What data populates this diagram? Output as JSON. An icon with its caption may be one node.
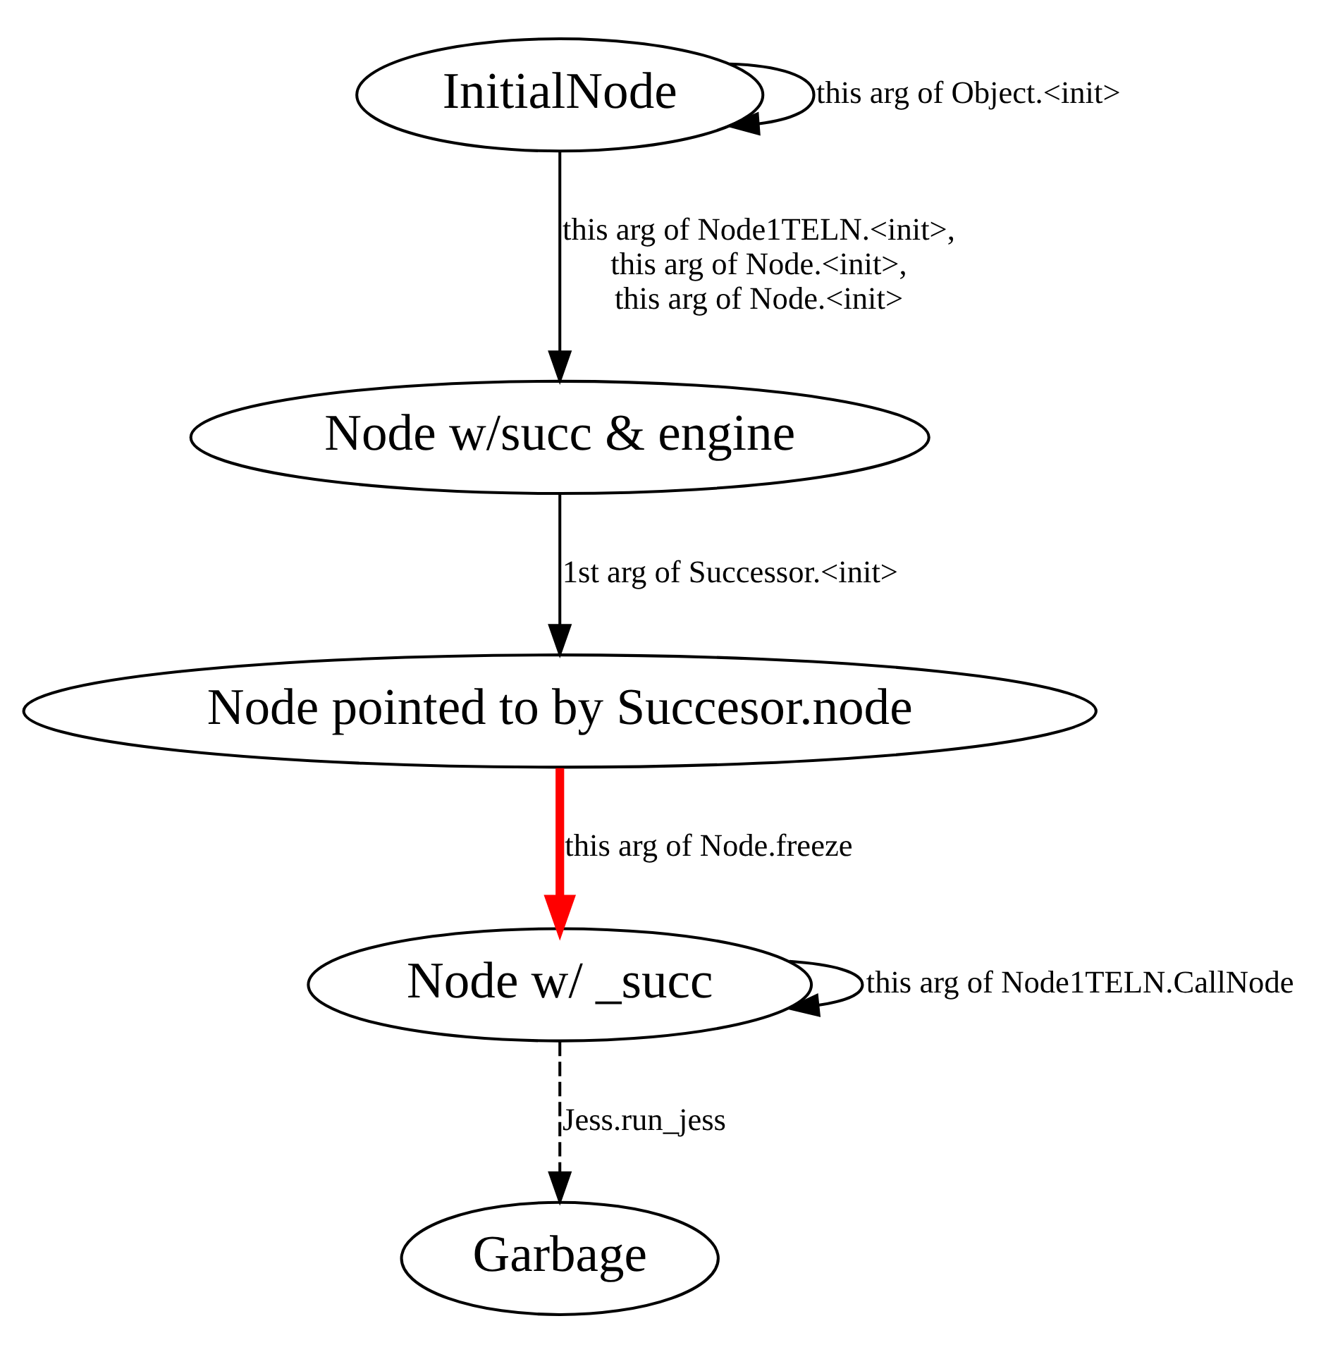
{
  "diagram": {
    "nodes": [
      {
        "text": [
          "InitialNode"
        ]
      },
      {
        "text": [
          "Node w/succ & engine"
        ]
      },
      {
        "text": [
          "Node pointed to by Succesor.node"
        ]
      },
      {
        "text": [
          "Node w/ _succ"
        ]
      },
      {
        "text": [
          "Garbage"
        ]
      }
    ],
    "edges": [
      {
        "from": 0,
        "to": 0,
        "arrow": "to",
        "label": "this arg of Object.<init>"
      },
      {
        "from": 0,
        "to": 1,
        "arrow": "to",
        "label": "this arg of Node1TELN.<init>, this arg of Node.<init>, this arg of Node.<init>"
      },
      {
        "from": 1,
        "to": 2,
        "arrow": "to",
        "label": "1st arg of Successor.<init>"
      },
      {
        "from": 2,
        "to": 3,
        "arrow": "to",
        "label": "this arg of Node.freeze",
        "style": "thick",
        "color": "#ff0000"
      },
      {
        "from": 3,
        "to": 3,
        "arrow": "to",
        "label": "this arg of Node1TELN.CallNode"
      },
      {
        "from": 3,
        "to": 4,
        "arrow": "to",
        "label": "Jess.run_jess",
        "style": "dashed"
      }
    ]
  }
}
